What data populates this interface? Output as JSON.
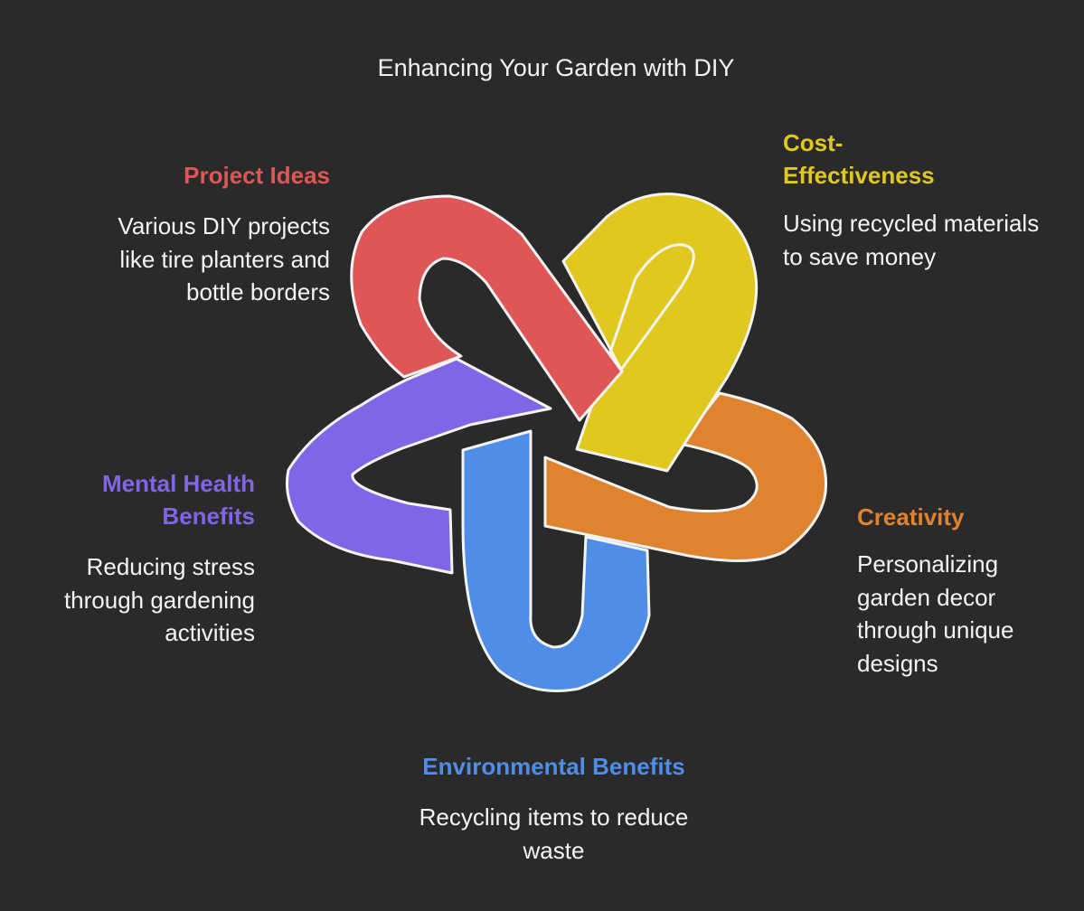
{
  "title": "Enhancing Your Garden with DIY",
  "colors": {
    "background": "#2a2a2a",
    "project": "#e05656",
    "cost": "#e0c81f",
    "creativity": "#e0832f",
    "environmental": "#4f8ee6",
    "mental": "#8065e6",
    "outline": "#f4f4f4"
  },
  "sections": {
    "project": {
      "heading": "Project Ideas",
      "description": "Various DIY projects like tire planters and bottle borders"
    },
    "cost": {
      "heading": "Cost-Effectiveness",
      "description": "Using recycled materials to save money"
    },
    "creativity": {
      "heading": "Creativity",
      "description": "Personalizing garden decor through unique designs"
    },
    "environmental": {
      "heading": "Environmental Benefits",
      "description": "Recycling items to reduce waste"
    },
    "mental": {
      "heading": "Mental Health Benefits",
      "description": "Reducing stress through gardening activities"
    }
  }
}
